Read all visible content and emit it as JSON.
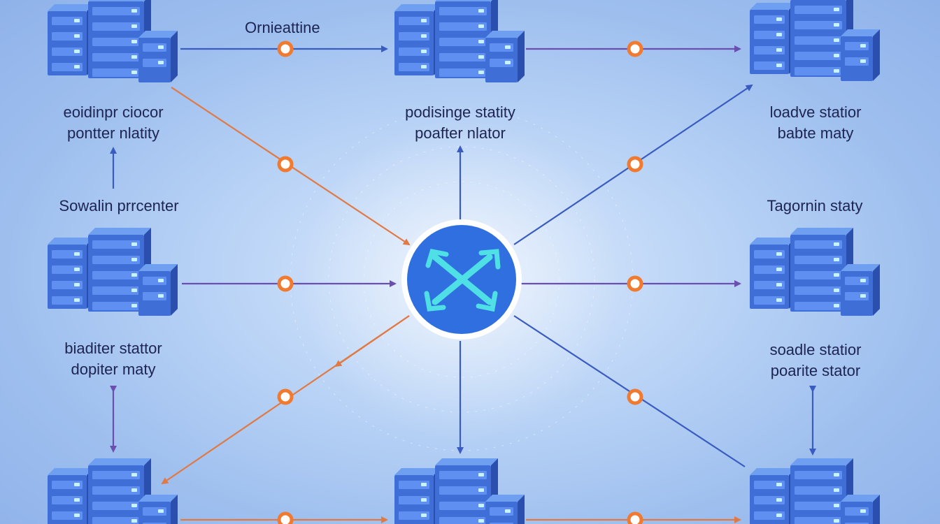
{
  "labels": {
    "top_center_caption": "Ornieattine",
    "top_left": [
      "eoidinpr ciocor",
      "pontter nlatity"
    ],
    "top_center": [
      "podisinge statity",
      "poafter nlator"
    ],
    "top_right": [
      "loadve statior",
      "babte maty"
    ],
    "mid_left_caption": "Sowalin prrcenter",
    "mid_right_caption": "Tagornin staty",
    "bottom_left": [
      "biaditer stattor",
      "dopiter maty"
    ],
    "bottom_right": [
      "soadle statior",
      "poarite stator"
    ]
  },
  "colors": {
    "server_front": "#3f6fd6",
    "server_top": "#6f9ff0",
    "server_side": "#2a4fae",
    "hub_fill": "#2f6fe0",
    "hub_ring": "#ffffff",
    "hub_icon": "#4fe0e6",
    "edge_orange": "#e07a45",
    "edge_purple": "#6a4fb0",
    "edge_blue": "#3a5cc0",
    "dot_fill": "#ffffff",
    "dot_ring": "#f07a30"
  },
  "icons": {
    "server": "server-rack-icon",
    "hub": "crossed-arrows-hub-icon"
  }
}
